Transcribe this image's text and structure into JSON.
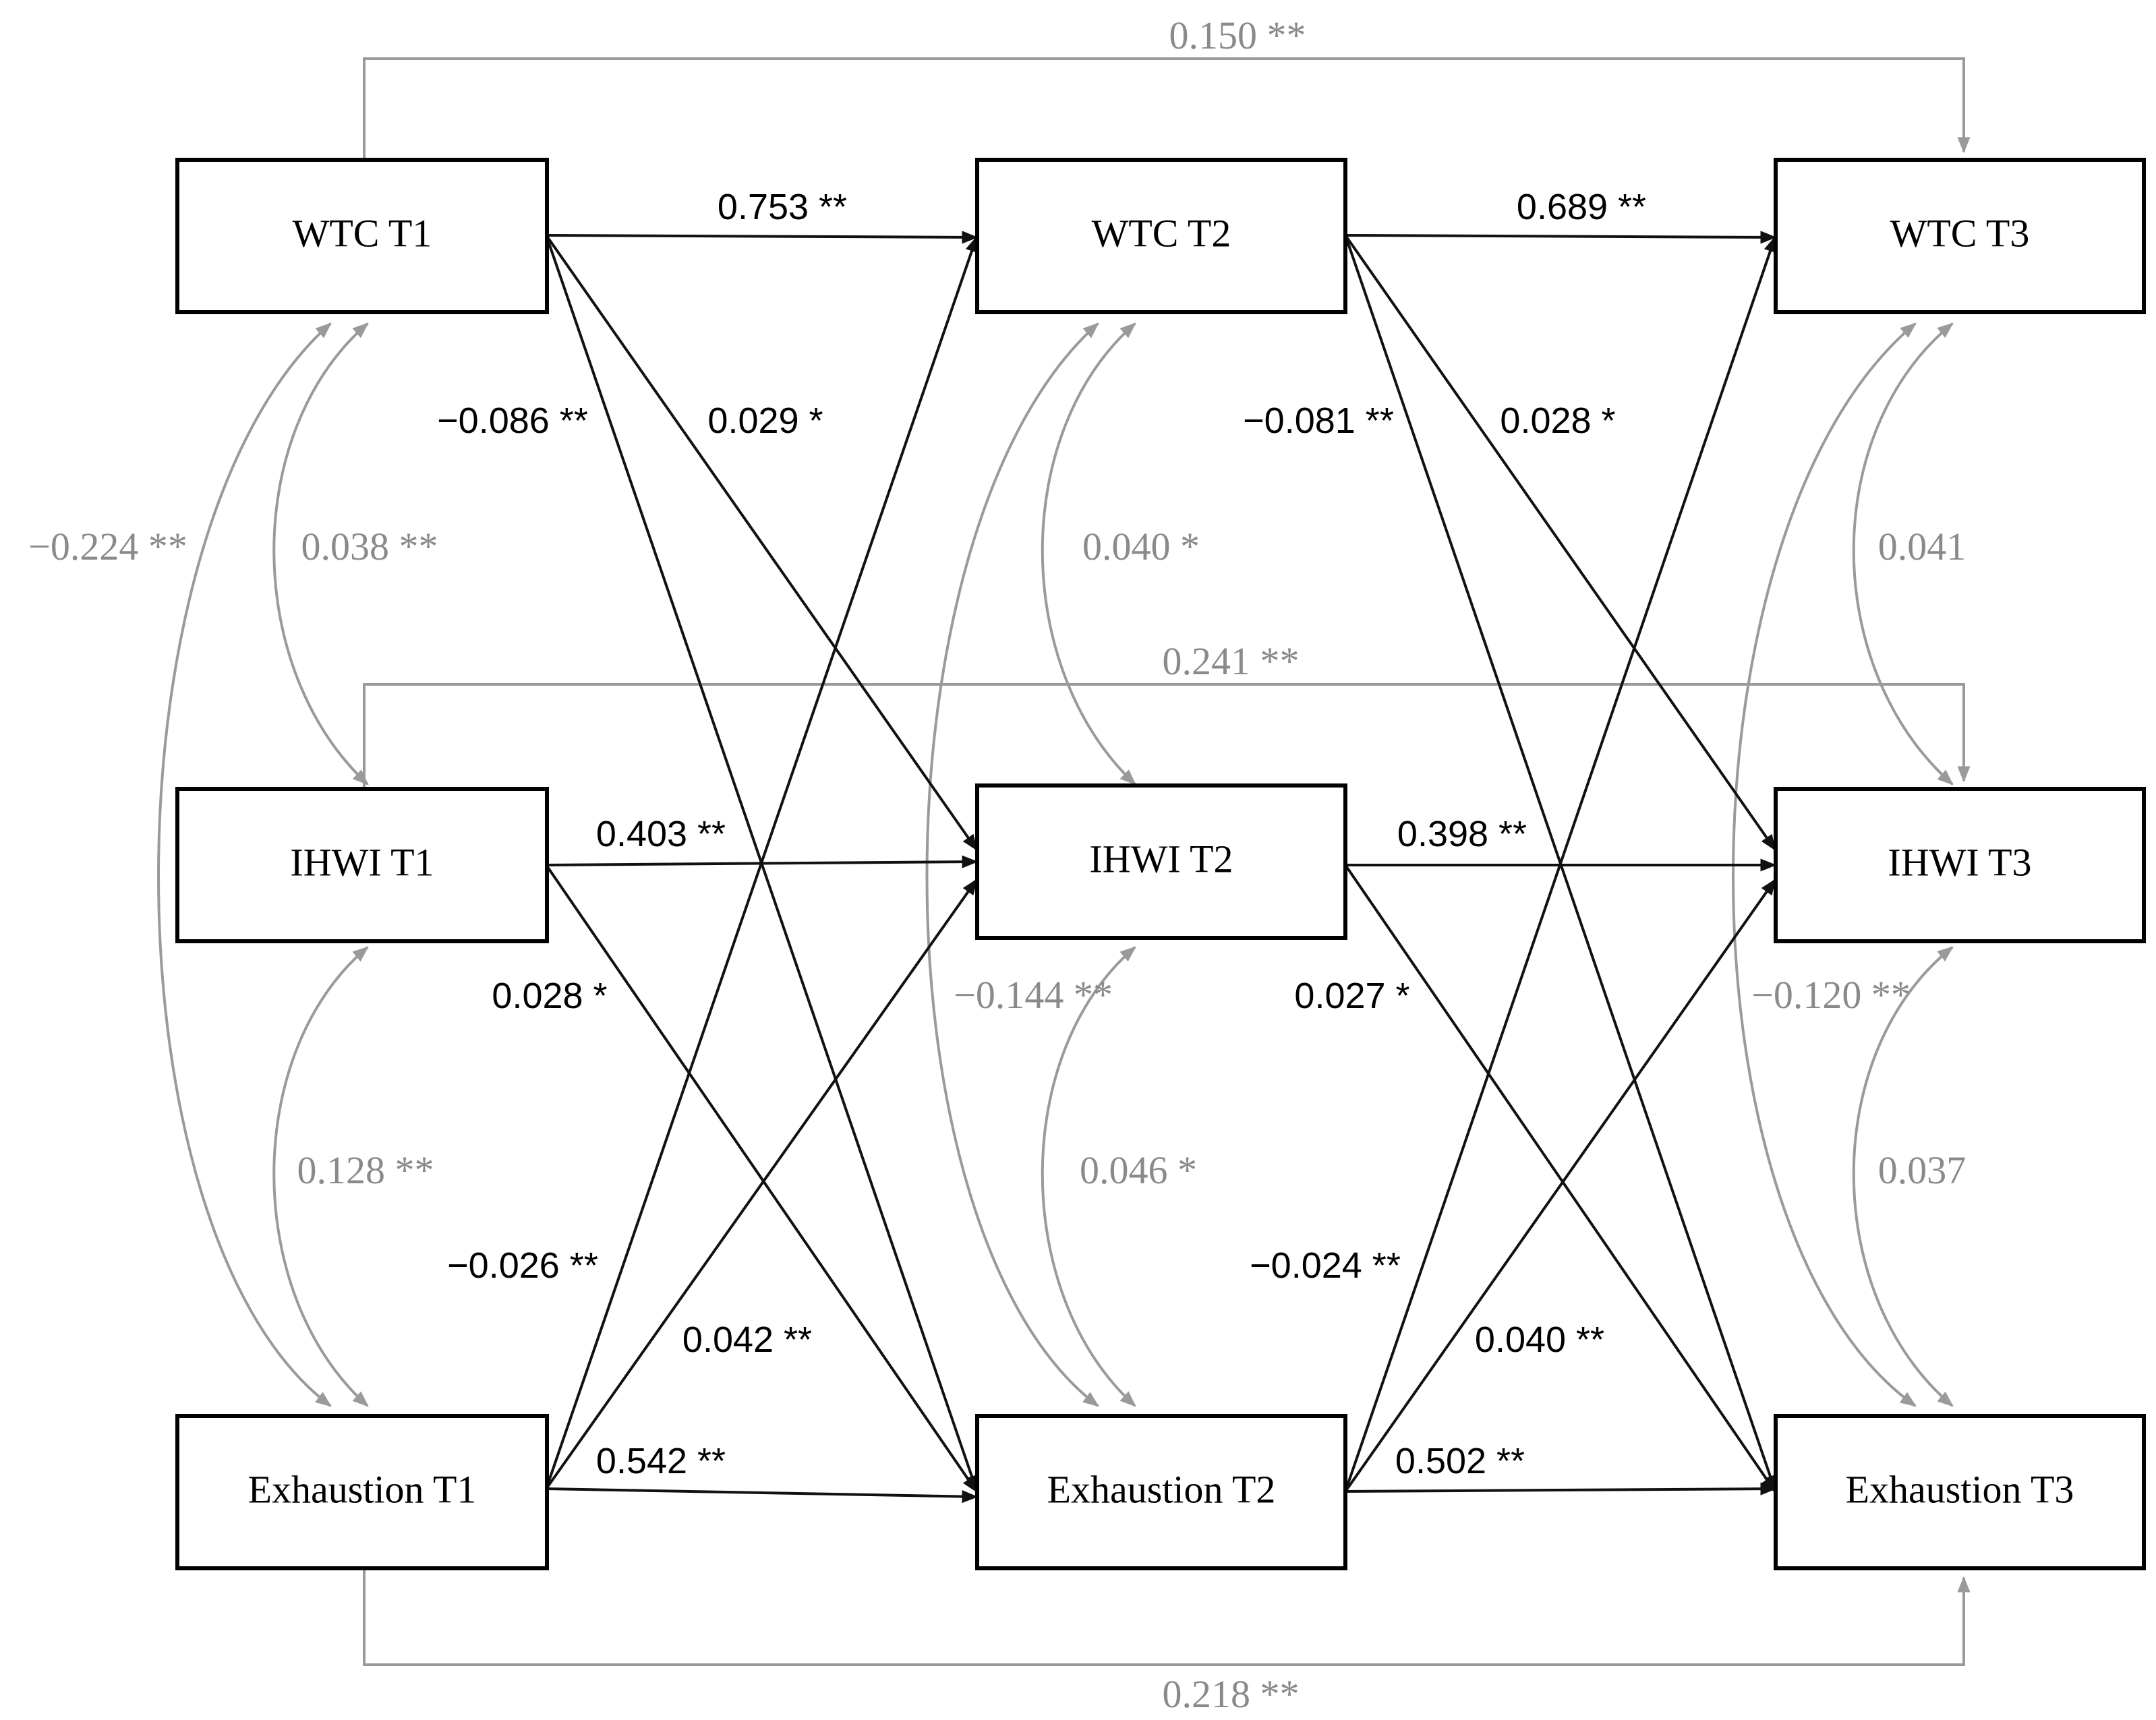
{
  "nodes": {
    "wtc_t1": "WTC T1",
    "wtc_t2": "WTC T2",
    "wtc_t3": "WTC T3",
    "ihwi_t1": "IHWI T1",
    "ihwi_t2": "IHWI T2",
    "ihwi_t3": "IHWI T3",
    "exh_t1": "Exhaustion T1",
    "exh_t2": "Exhaustion T2",
    "exh_t3": "Exhaustion T3"
  },
  "coefficients": {
    "wtc_t1_t2": "0.753 **",
    "wtc_t2_t3": "0.689 **",
    "ihwi_t1_t2": "0.403 **",
    "ihwi_t2_t3": "0.398 **",
    "exh_t1_t2": "0.542 **",
    "exh_t2_t3": "0.502 **",
    "wtc_t1_exh_t2": "−0.086 **",
    "wtc_t1_ihwi_t2": "0.029 *",
    "wtc_t2_exh_t3": "−0.081 **",
    "wtc_t2_ihwi_t3": "0.028 *",
    "ihwi_t1_exh_t2": "0.028 *",
    "ihwi_t2_exh_t3": "0.027 *",
    "exh_t1_wtc_t2": "−0.026 **",
    "exh_t1_ihwi_t2": "0.042 **",
    "exh_t2_wtc_t3": "−0.024 **",
    "exh_t2_ihwi_t3": "0.040 **",
    "wtc_t1_t3": "0.150 **",
    "ihwi_t1_t3": "0.241 **",
    "exh_t1_t3": "0.218 **"
  },
  "covariances": {
    "wtc_exh_t1": "−0.224 **",
    "wtc_ihwi_t1": "0.038 **",
    "ihwi_exh_t1": "0.128 **",
    "wtc_ihwi_t2": "0.040 *",
    "wtc_exh_t2": "−0.144 **",
    "ihwi_exh_t2": "0.046 *",
    "wtc_ihwi_t3": "0.041",
    "wtc_exh_t3": "−0.120 **",
    "ihwi_exh_t3": "0.037"
  },
  "colors": {
    "line_black": "#111111",
    "line_gray": "#9a9a9a",
    "text_gray": "#8a8a8a"
  }
}
